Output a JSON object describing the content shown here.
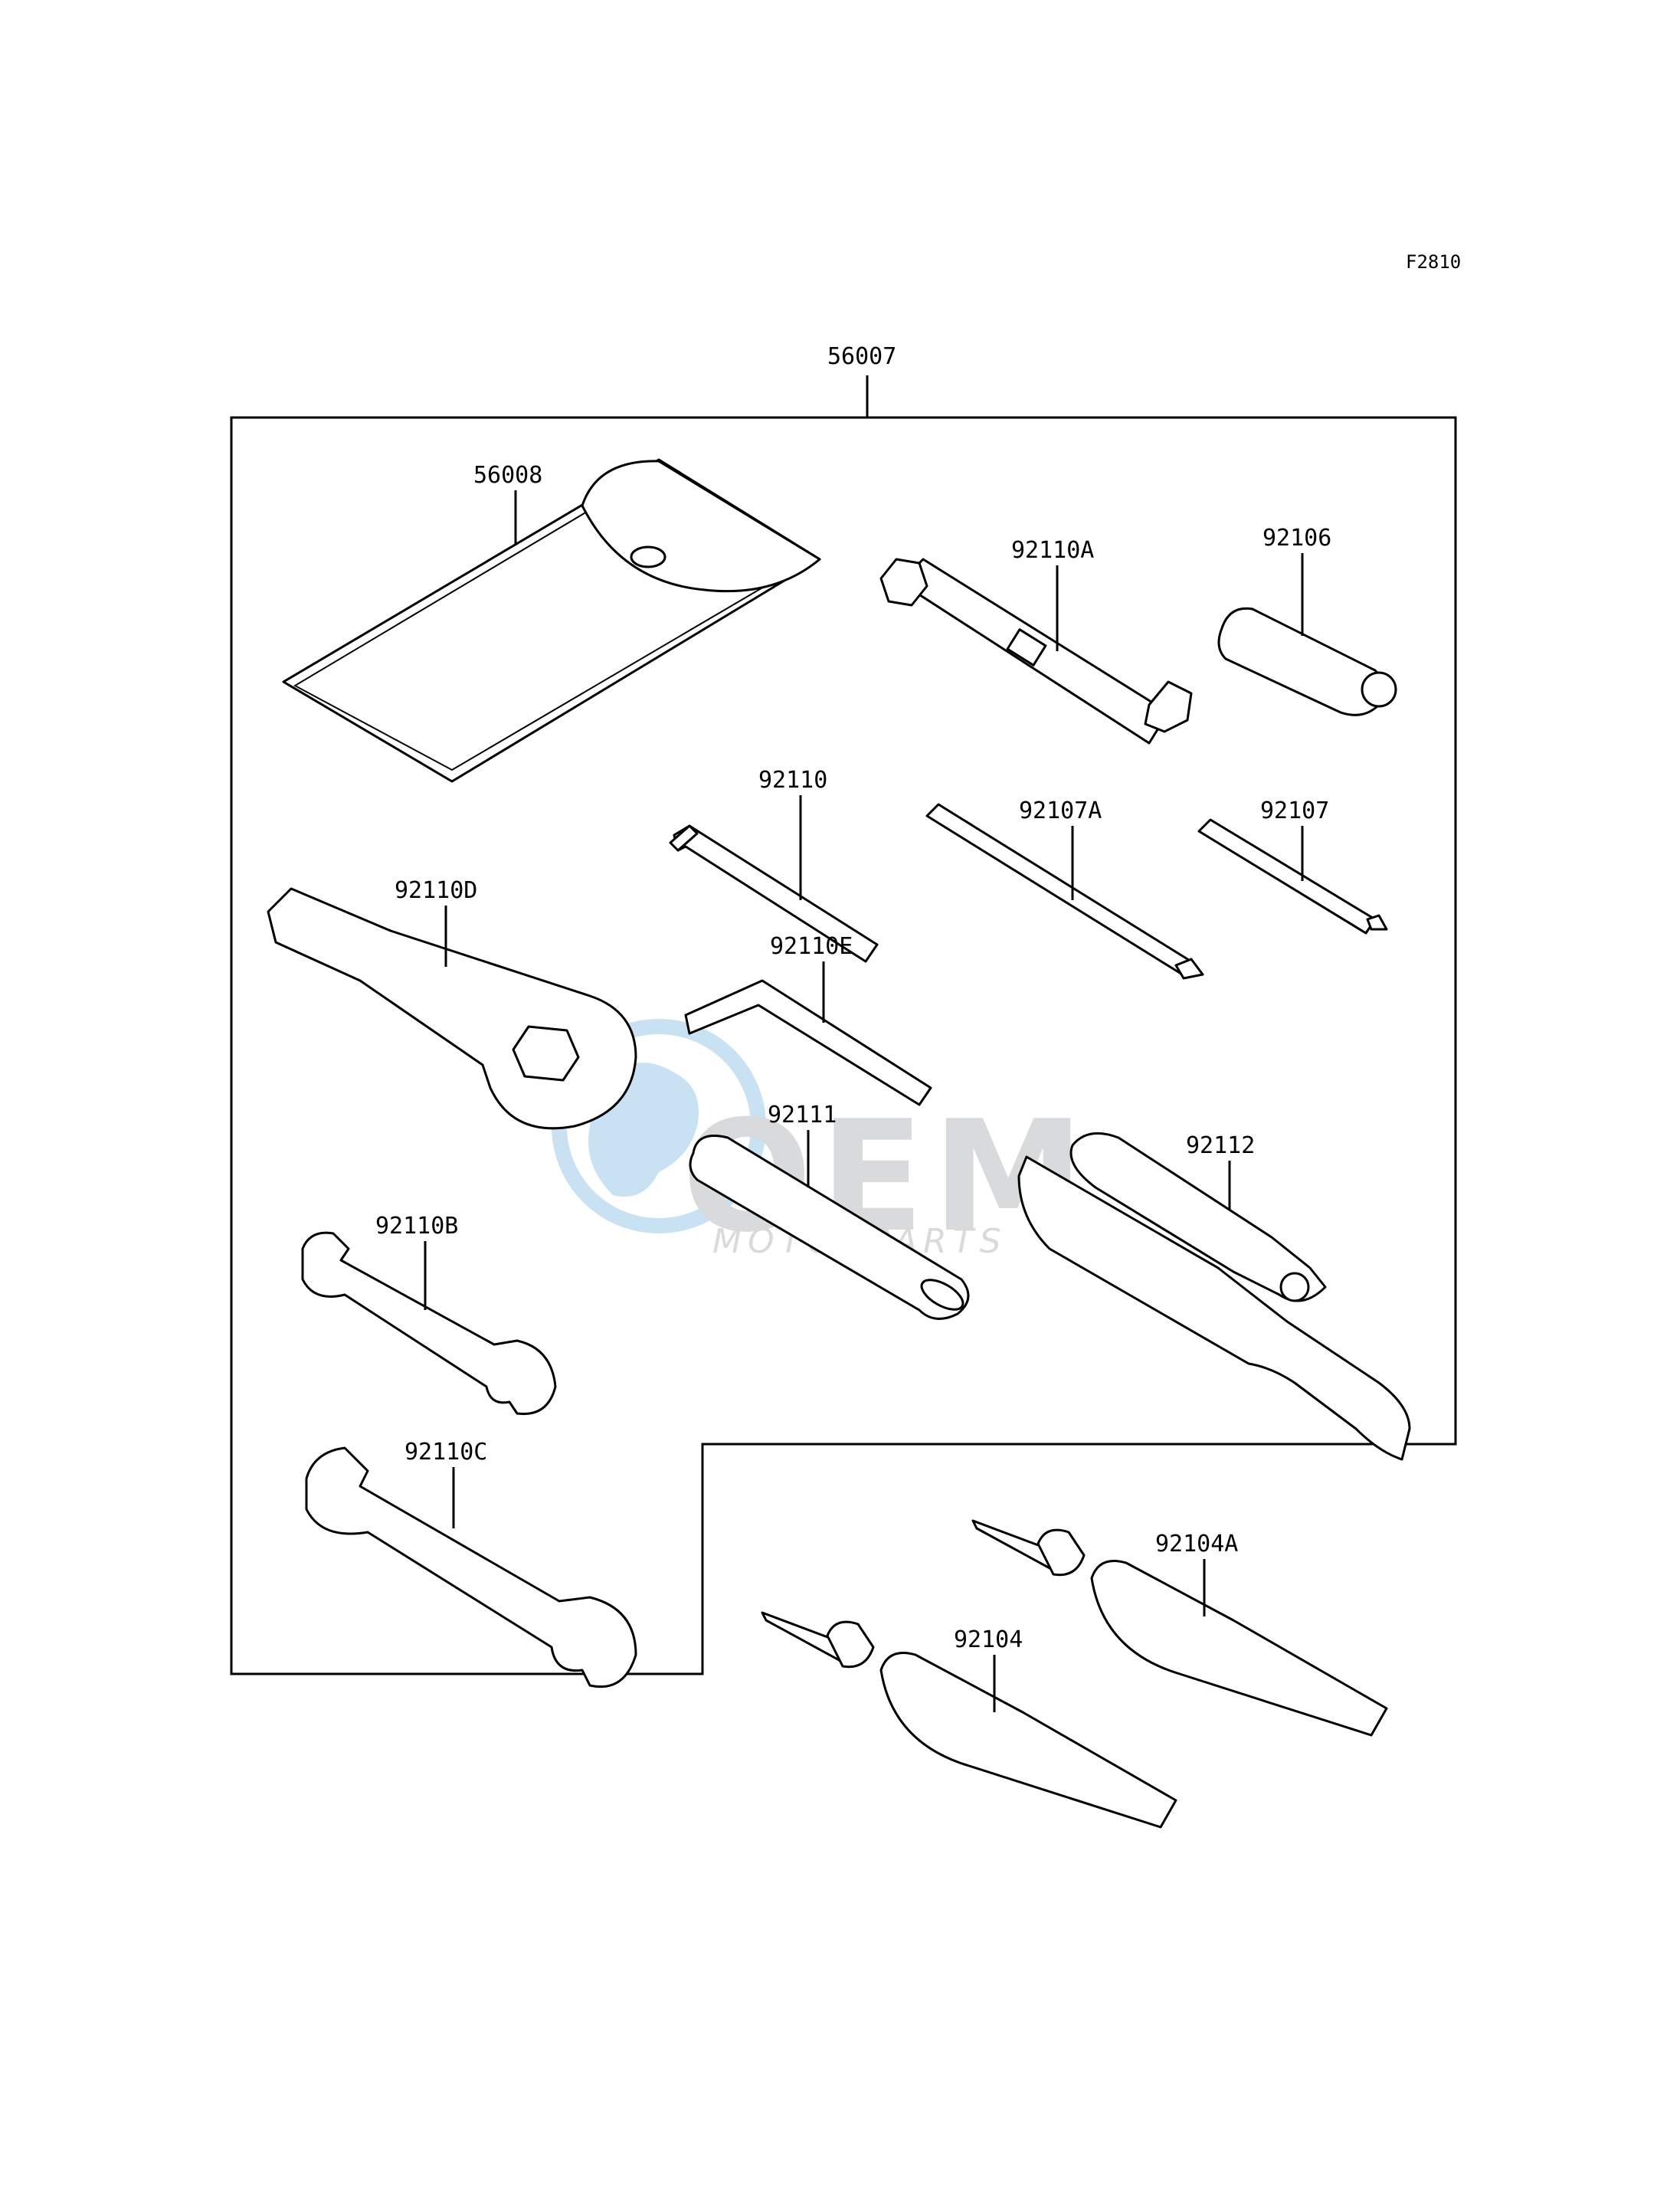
{
  "figure_code": "F2810",
  "watermark": {
    "logo_text": "OEM",
    "sub_text": "MOTORPARTS",
    "color": "#9cc9ea"
  },
  "labels": {
    "kit": "56007",
    "pouch": "56008",
    "socket_wrench_a": "92110A",
    "handle_92106": "92106",
    "hex_wrench": "92110",
    "screwdriver_a": "92107A",
    "screwdriver": "92107",
    "ring_wrench_d": "92110D",
    "hex_wrench_e": "92110E",
    "extension_bar": "92111",
    "pliers": "92112",
    "wrench_b": "92110B",
    "wrench_c": "92110C",
    "tube_a": "92104A",
    "tube": "92104"
  }
}
